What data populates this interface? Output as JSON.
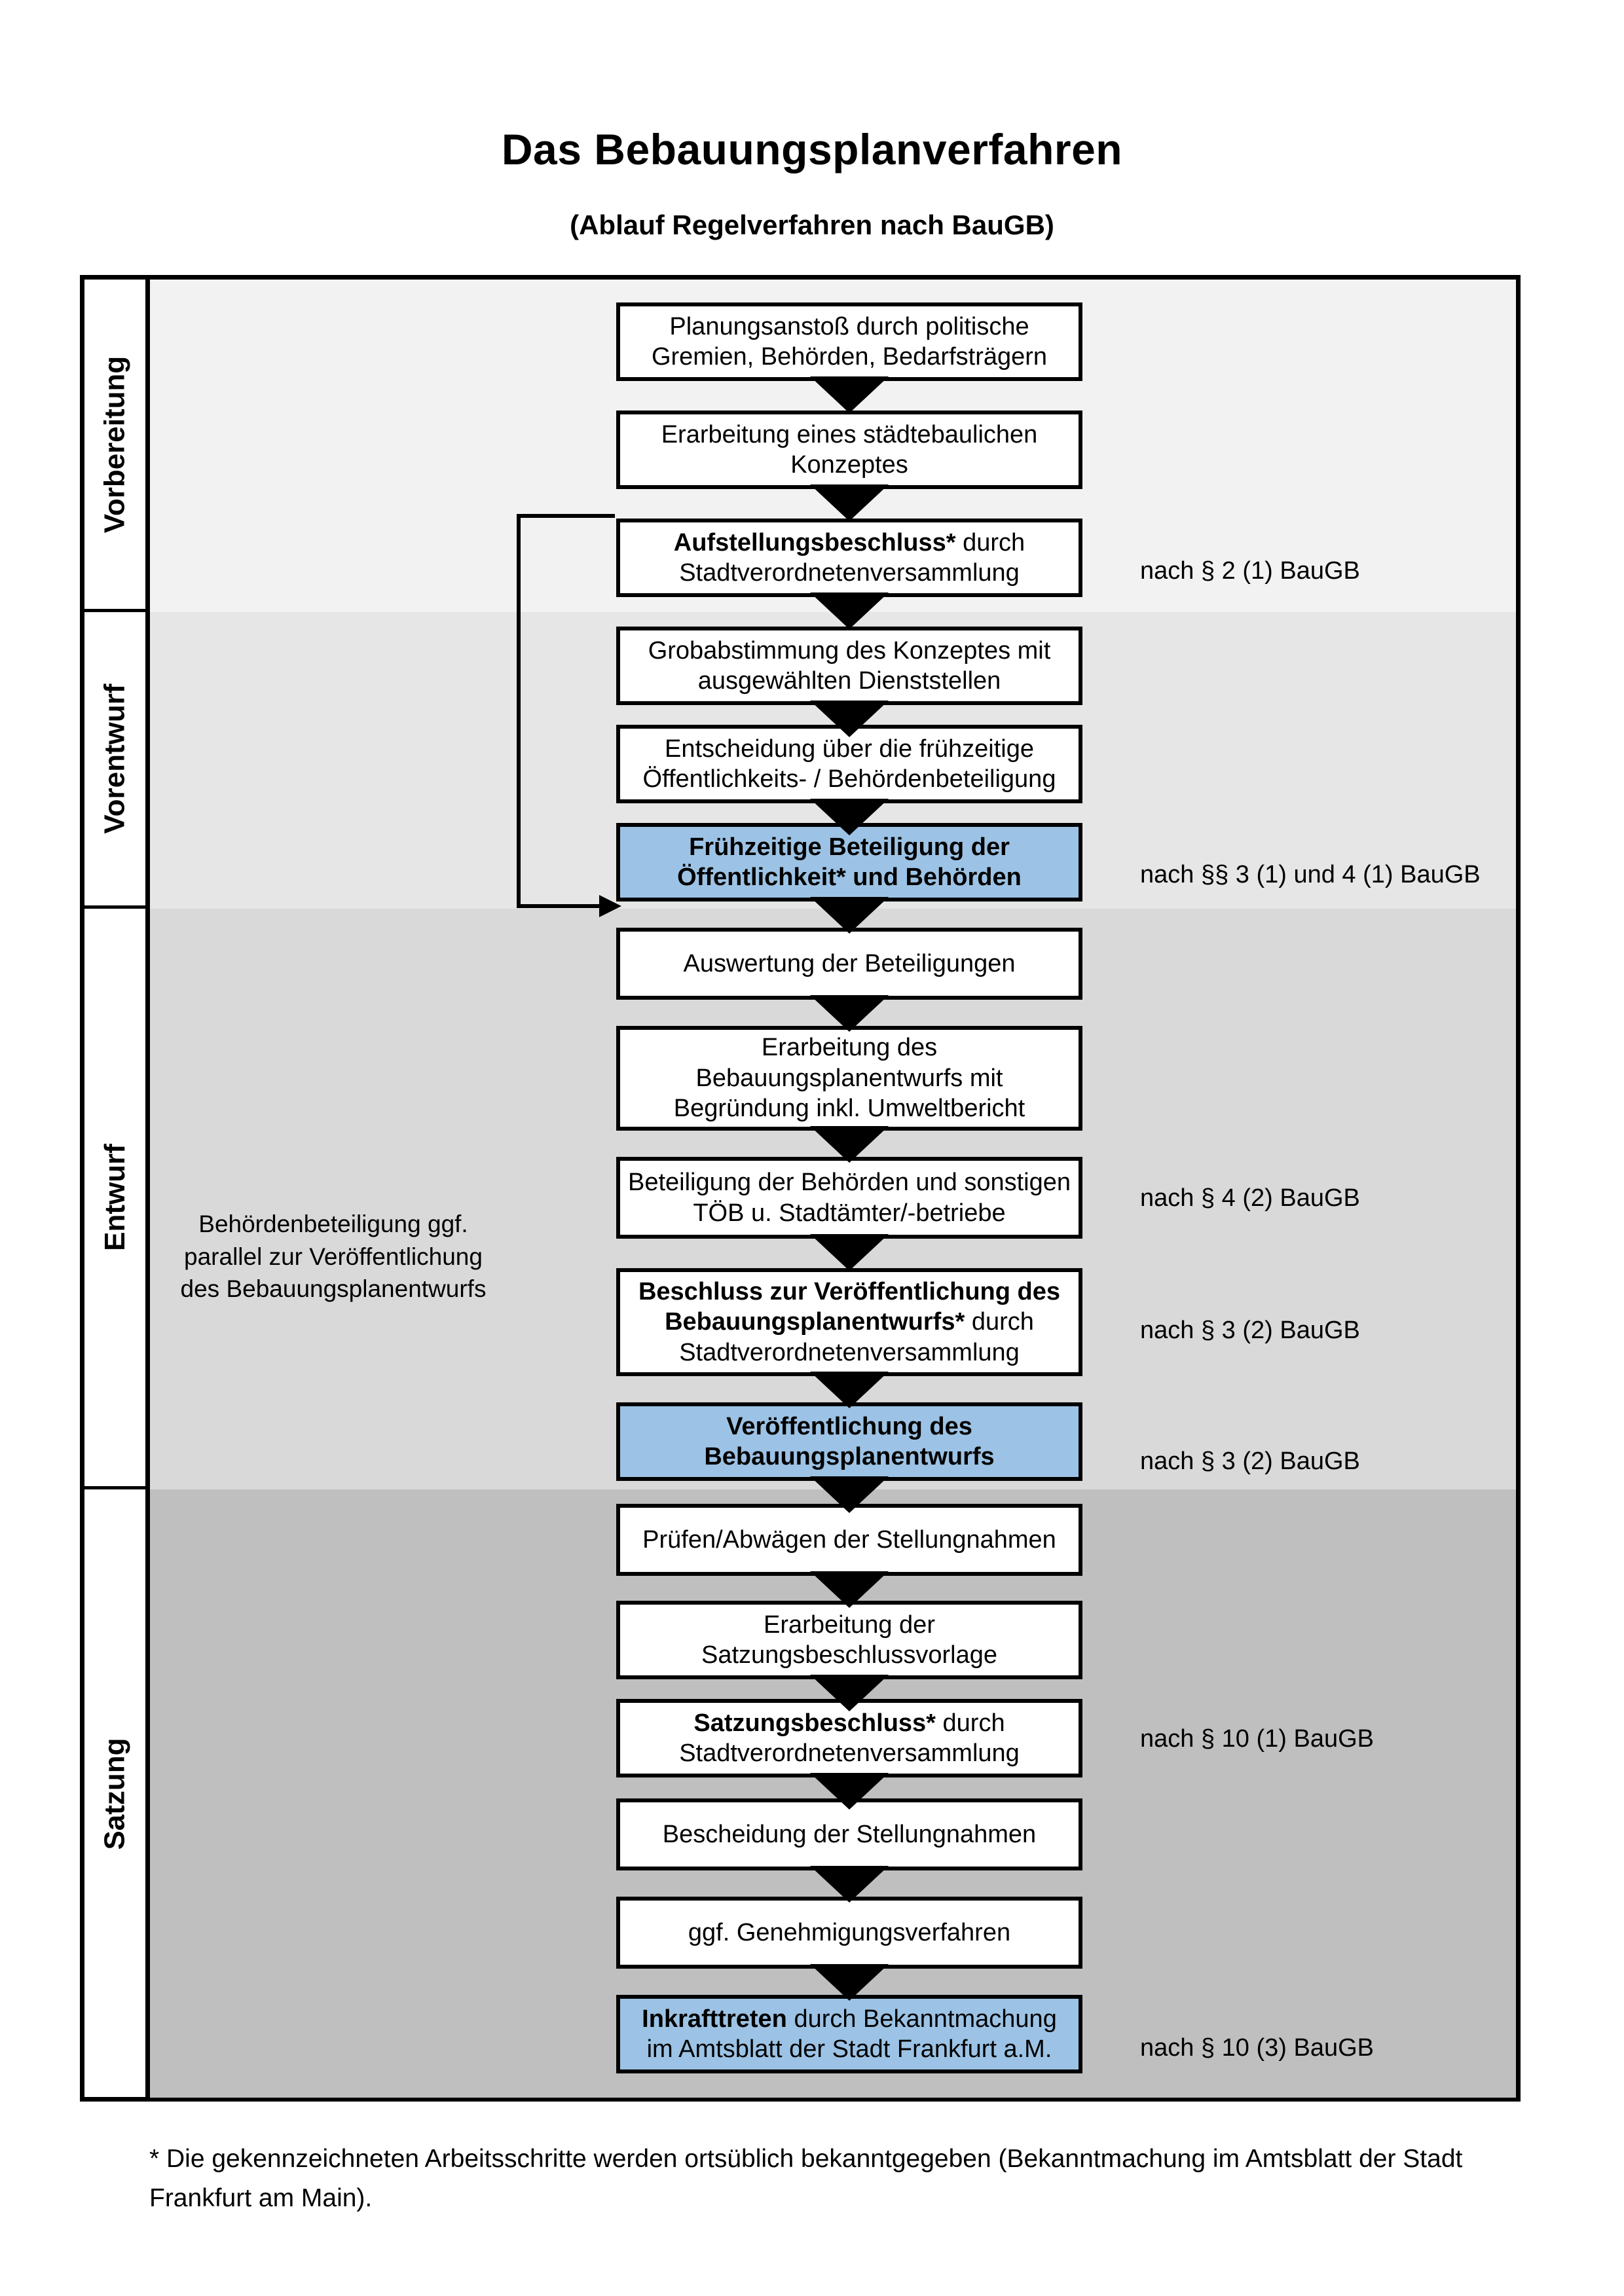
{
  "header": {
    "title": "Das Bebauungsplanverfahren",
    "subtitle": "(Ablauf Regelverfahren nach BauGB)"
  },
  "diagram": {
    "type": "flowchart",
    "orientation": "vertical",
    "phases": [
      {
        "id": "vorbereitung",
        "label": "Vorbereitung",
        "band_color": "#F2F2F2"
      },
      {
        "id": "vorentwurf",
        "label": "Vorentwurf",
        "band_color": "#E6E6E6"
      },
      {
        "id": "entwurf",
        "label": "Entwurf",
        "band_color": "#D9D9D9"
      },
      {
        "id": "satzung",
        "label": "Satzung",
        "band_color": "#BFBFBF"
      }
    ],
    "steps": [
      {
        "n": 1,
        "phase": "vorbereitung",
        "bold": "",
        "text": "Planungsanstoß durch politische Gremien, Behörden, Bedarfsträgern",
        "highlight": false
      },
      {
        "n": 2,
        "phase": "vorbereitung",
        "bold": "",
        "text": "Erarbeitung eines städtebaulichen Konzeptes",
        "highlight": false
      },
      {
        "n": 3,
        "phase": "vorbereitung",
        "bold": "Aufstellungsbeschluss*",
        "text": " durch Stadtverordnetenversammlung",
        "highlight": false
      },
      {
        "n": 4,
        "phase": "vorentwurf",
        "bold": "",
        "text": "Grobabstimmung des Konzeptes mit ausgewählten Dienststellen",
        "highlight": false
      },
      {
        "n": 5,
        "phase": "vorentwurf",
        "bold": "",
        "text": "Entscheidung über die frühzeitige Öffentlichkeits- / Behördenbeteiligung",
        "highlight": false
      },
      {
        "n": 6,
        "phase": "vorentwurf",
        "bold": "Frühzeitige Beteiligung der Öffentlichkeit* und Behörden",
        "text": "",
        "highlight": true
      },
      {
        "n": 7,
        "phase": "entwurf",
        "bold": "",
        "text": "Auswertung der Beteiligungen",
        "highlight": false
      },
      {
        "n": 8,
        "phase": "entwurf",
        "bold": "",
        "text": "Erarbeitung des Bebauungsplanentwurfs mit Begründung inkl. Umweltbericht",
        "highlight": false
      },
      {
        "n": 9,
        "phase": "entwurf",
        "bold": "",
        "text": "Beteiligung der Behörden und sonstigen TÖB u. Stadtämter/-betriebe",
        "highlight": false
      },
      {
        "n": 10,
        "phase": "entwurf",
        "bold": "Beschluss zur Veröffentlichung des Bebauungsplanentwurfs*",
        "text": " durch Stadtverordnetenversammlung",
        "highlight": false
      },
      {
        "n": 11,
        "phase": "entwurf",
        "bold": "Veröffentlichung des Bebauungsplanentwurfs",
        "text": "",
        "highlight": true
      },
      {
        "n": 12,
        "phase": "satzung",
        "bold": "",
        "text": "Prüfen/Abwägen der Stellungnahmen",
        "highlight": false
      },
      {
        "n": 13,
        "phase": "satzung",
        "bold": "",
        "text": "Erarbeitung der Satzungsbeschlussvorlage",
        "highlight": false
      },
      {
        "n": 14,
        "phase": "satzung",
        "bold": "Satzungsbeschluss*",
        "text": " durch Stadtverordnetenversammlung",
        "highlight": false
      },
      {
        "n": 15,
        "phase": "satzung",
        "bold": "",
        "text": "Bescheidung der Stellungnahmen",
        "highlight": false
      },
      {
        "n": 16,
        "phase": "satzung",
        "bold": "",
        "text": "ggf. Genehmigungsverfahren",
        "highlight": false
      },
      {
        "n": 17,
        "phase": "satzung",
        "bold": "Inkrafttreten",
        "text": " durch Bekanntmachung im Amtsblatt der Stadt Frankfurt a.M.",
        "highlight": true
      }
    ],
    "legal_notes": [
      {
        "for_step": 3,
        "text": "nach § 2 (1) BauGB"
      },
      {
        "for_step": 6,
        "text": "nach §§ 3 (1) und 4 (1) BauGB"
      },
      {
        "for_step": 9,
        "text": "nach § 4 (2) BauGB"
      },
      {
        "for_step": 10,
        "text": "nach § 3 (2) BauGB"
      },
      {
        "for_step": 11,
        "text": "nach § 3 (2) BauGB"
      },
      {
        "for_step": 14,
        "text": "nach § 10 (1) BauGB"
      },
      {
        "for_step": 17,
        "text": "nach § 10 (3) BauGB"
      }
    ],
    "side_note": "Behördenbeteiligung ggf. parallel zur Veröffentlichung des Bebauungsplanentwurfs"
  },
  "footnote": "* Die gekennzeichneten Arbeitsschritte werden ortsüblich bekanntgegeben (Bekanntmachung im Amtsblatt  der Stadt Frankfurt am Main).",
  "colors": {
    "highlight_blue": "#9CC3E5",
    "border_black": "#000000",
    "band_1": "#F2F2F2",
    "band_2": "#E6E6E6",
    "band_3": "#D9D9D9",
    "band_4": "#BFBFBF"
  }
}
